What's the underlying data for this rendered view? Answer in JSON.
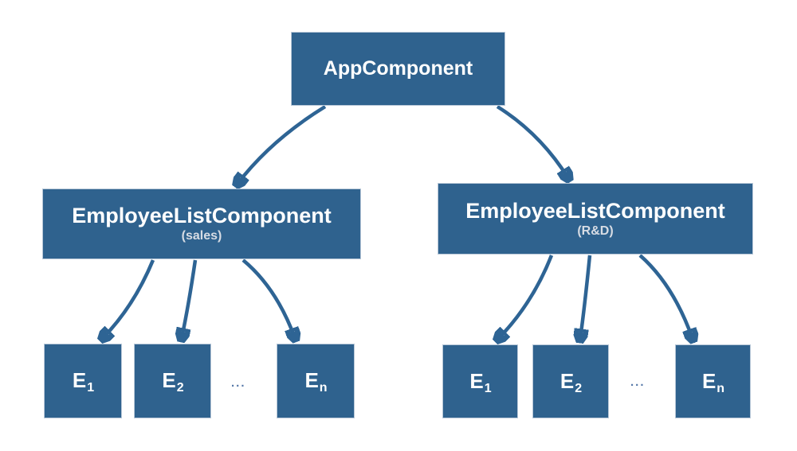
{
  "diagram": {
    "colors": {
      "node_fill": "#2f628e",
      "node_border": "#b9c8d8",
      "arrow": "#2e6494",
      "label_text": "#ffffff",
      "sublabel_text": "#d7dce4",
      "ellipsis": "#5578a8",
      "background": "#ffffff"
    },
    "nodes": {
      "app": {
        "label": "AppComponent"
      },
      "left_list": {
        "label": "EmployeeListComponent",
        "sublabel": "(sales)"
      },
      "right_list": {
        "label": "EmployeeListComponent",
        "sublabel": "(R&D)"
      },
      "left_children": [
        {
          "base": "E",
          "sub": "1"
        },
        {
          "base": "E",
          "sub": "2"
        },
        {
          "base": "E",
          "sub": "n"
        }
      ],
      "right_children": [
        {
          "base": "E",
          "sub": "1"
        },
        {
          "base": "E",
          "sub": "2"
        },
        {
          "base": "E",
          "sub": "n"
        }
      ],
      "ellipsis": "..."
    },
    "edges": [
      "AppComponent -> EmployeeListComponent (sales)",
      "AppComponent -> EmployeeListComponent (R&D)",
      "EmployeeListComponent (sales) -> E1",
      "EmployeeListComponent (sales) -> E2",
      "EmployeeListComponent (sales) -> En",
      "EmployeeListComponent (R&D) -> E1",
      "EmployeeListComponent (R&D) -> E2",
      "EmployeeListComponent (R&D) -> En"
    ]
  }
}
